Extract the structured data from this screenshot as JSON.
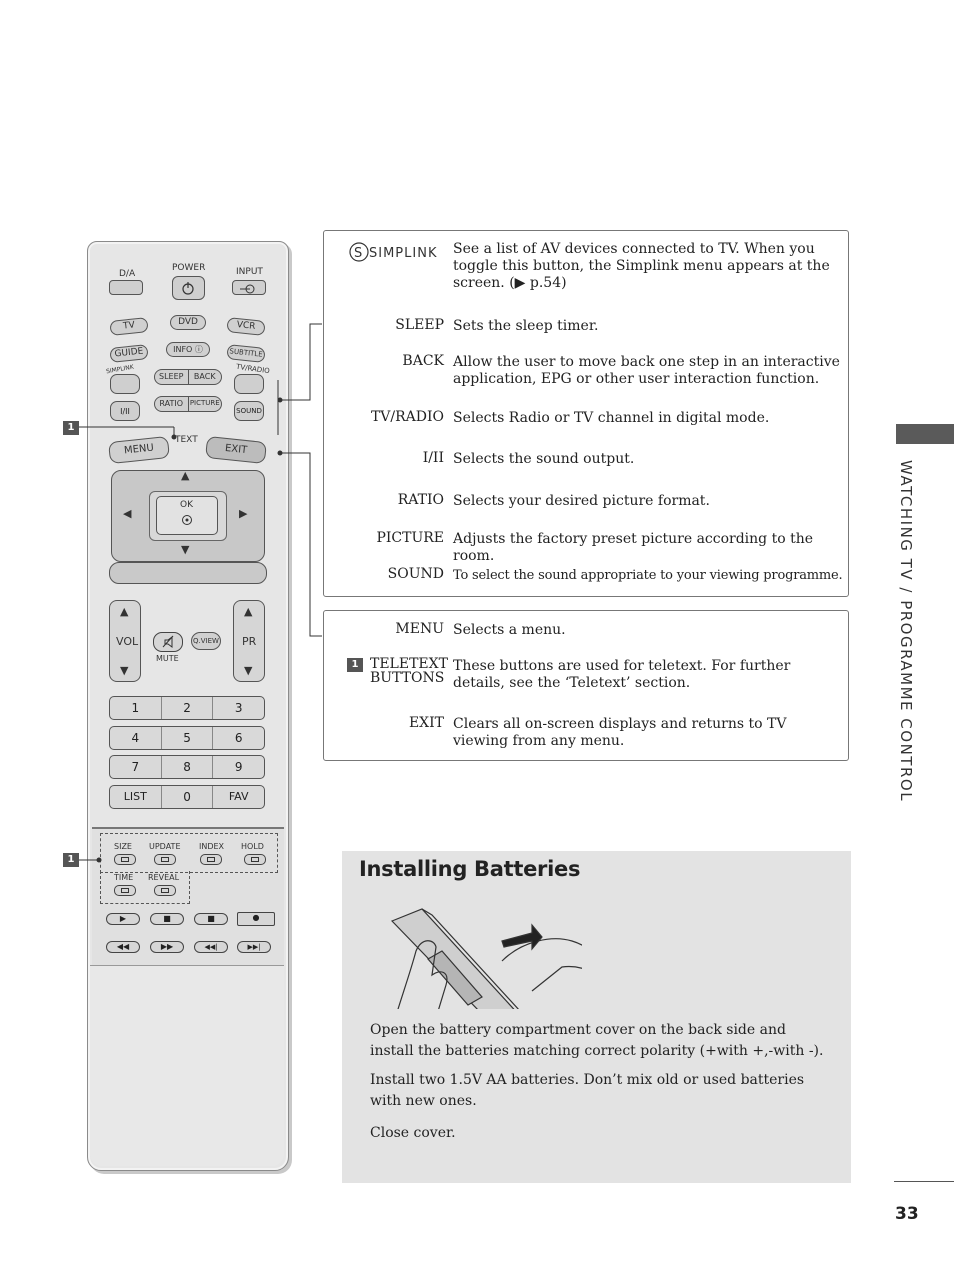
{
  "remote": {
    "top": {
      "da": "D/A",
      "power": "POWER",
      "input": "INPUT"
    },
    "source": {
      "tv": "TV",
      "dvd": "DVD",
      "vcr": "VCR"
    },
    "row2": {
      "guide": "GUIDE",
      "info": "INFO ⓘ",
      "subtitle": "SUBTITLE"
    },
    "row3": {
      "simplink": "SIMPLINK",
      "sleep": "SLEEP",
      "back": "BACK",
      "tvradio": "TV/RADIO"
    },
    "row4": {
      "i_ii": "I/II",
      "ratio": "RATIO",
      "picture": "PICTURE",
      "sound": "SOUND"
    },
    "row5": {
      "menu": "MENU",
      "text": "TEXT",
      "exit": "EXIT"
    },
    "nav": {
      "ok": "OK",
      "up": "▲",
      "down": "▼",
      "left": "◀",
      "right": "▶"
    },
    "vol": {
      "label": "VOL",
      "mute": "MUTE",
      "qview": "Q.VIEW",
      "pr": "PR"
    },
    "numbers": [
      [
        "1",
        "2",
        "3"
      ],
      [
        "4",
        "5",
        "6"
      ],
      [
        "7",
        "8",
        "9"
      ]
    ],
    "bottom": {
      "list": "LIST",
      "zero": "0",
      "fav": "FAV"
    },
    "teletext": {
      "size": "SIZE",
      "update": "UPDATE",
      "index": "INDEX",
      "hold": "HOLD",
      "time": "TIME",
      "reveal": "REVEAL"
    },
    "playback": [
      "▶",
      "■",
      "■",
      "●",
      "◀◀",
      "▶▶",
      "◀◀|",
      "▶▶|"
    ]
  },
  "badge": "1",
  "box1": [
    {
      "key": "SIMPLINK",
      "desc": "See a list of AV devices connected to TV. When you toggle this button, the Simplink menu appears at the screen. (▶ p.54)"
    },
    {
      "key": "SLEEP",
      "desc": "Sets the sleep timer."
    },
    {
      "key": "BACK",
      "desc": "Allow the user to move back one step in an interactive application, EPG or other user interaction function."
    },
    {
      "key": "TV/RADIO",
      "desc": "Selects Radio or TV channel in digital mode."
    },
    {
      "key": "I/II",
      "desc": "Selects the sound output."
    },
    {
      "key": "RATIO",
      "desc": "Selects your desired picture format."
    },
    {
      "key": "PICTURE",
      "desc": "Adjusts the factory preset picture according to the room."
    },
    {
      "key": "SOUND",
      "desc": "To select the sound appropriate to your viewing programme."
    }
  ],
  "box2": [
    {
      "key": "MENU",
      "desc": "Selects a menu."
    },
    {
      "key": "TELETEXT BUTTONS",
      "desc": "These buttons are used for teletext. For further details, see the ‘Teletext’ section."
    },
    {
      "key": "EXIT",
      "desc": "Clears all on-screen displays and returns to TV viewing from any menu."
    }
  ],
  "side_title": "WATCHING TV / PROGRAMME CONTROL",
  "batteries": {
    "title": "Installing Batteries",
    "p1": "Open the battery compartment cover on the back side and install the batteries matching correct polarity (+with +,-with -).",
    "p2": "Install two 1.5V AA batteries. Don’t mix old or used batteries with new ones.",
    "p3": "Close cover."
  },
  "page_number": "33"
}
